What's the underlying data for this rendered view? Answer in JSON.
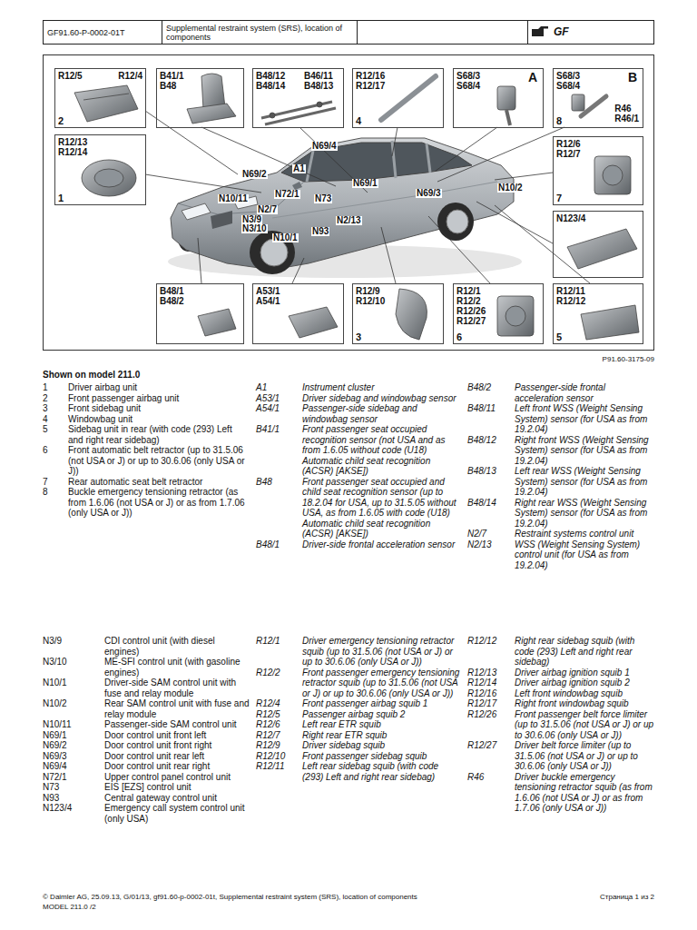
{
  "diagram": {
    "nodes": [
      {
        "text": [
          "GF91.60-P-0002-01T"
        ]
      },
      {
        "text": [
          "Supplemental restraint system (SRS), location of components"
        ]
      },
      {
        "text": [
          "GF"
        ]
      },
      {
        "text": [
          "R12/5",
          "R12/4",
          "2"
        ]
      },
      {
        "text": [
          "B41/1 B48"
        ]
      },
      {
        "text": [
          "B48/12 B48/14",
          "B46/11 B48/13"
        ]
      },
      {
        "text": [
          "R12/16 R12/17",
          "4"
        ]
      },
      {
        "text": [
          "S68/3 S68/4",
          "A"
        ]
      },
      {
        "text": [
          "S68/3 S68/4",
          "B",
          "R46 R46/1",
          "8"
        ]
      },
      {
        "text": [
          "R12/13 R12/14",
          "1"
        ]
      },
      {
        "text": [
          "R12/6 R12/7",
          "7"
        ]
      },
      {
        "text": [
          "N123/4"
        ]
      },
      {
        "text": [
          "B48/1 B48/2"
        ]
      },
      {
        "text": [
          "A53/1 A54/1"
        ]
      },
      {
        "text": [
          "R12/9 R12/10",
          "3"
        ]
      },
      {
        "text": [
          "R12/1 R12/2 R12/26 R12/27",
          "6"
        ]
      },
      {
        "text": [
          "R12/11 R12/12",
          "5"
        ]
      }
    ],
    "labels": [
      "N69/4",
      "N69/2",
      "A1",
      "N69/1",
      "N10/11",
      "N72/1",
      "N73",
      "N69/3",
      "N10/2",
      "N2/7",
      "N3/9",
      "N3/10",
      "N2/13",
      "N93",
      "N10/1",
      "P91.60-3175-09",
      "Shown on model 211.0",
      "1",
      "Driver airbag unit",
      "2",
      "Front passenger airbag unit",
      "3",
      "Front sidebag unit",
      "4",
      "Windowbag unit",
      "5",
      "Sidebag unit in rear (with code (293) Left and right rear sidebag)",
      "6",
      "Front automatic belt retractor (up to 31.5.06 (not USA or J) or up to 30.6.06 (only USA or J))",
      "7",
      "Rear automatic seat belt retractor",
      "8",
      "Buckle emergency tensioning retractor (as from 1.6.06 (not USA or J) or as from 1.7.06 (only USA or J))",
      "A1",
      "Instrument cluster",
      "A53/1",
      "Driver sidebag and windowbag sensor",
      "A54/1",
      "Passenger-side sidebag and windowbag sensor",
      "B41/1",
      "Front passenger seat occupied recognition sensor (not USA and as from 1.6.05 without code (U18) Automatic child seat recognition (ACSR) [AKSE])",
      "B48",
      "Front passenger seat occupied and child seat recognition sensor (up to 18.2.04 for USA, up to 31.5.05 without USA, as from 1.6.05 with code (U18) Automatic child seat recognition (ACSR) [AKSE])",
      "B48/1",
      "Driver-side frontal acceleration sensor",
      "B48/2",
      "Passenger-side frontal acceleration sensor",
      "B48/11",
      "Left front WSS (Weight Sensing System) sensor (for USA as from 19.2.04)",
      "B48/12",
      "Right front WSS (Weight Sensing System) sensor (for USA as from 19.2.04)",
      "B48/13",
      "Left rear WSS (Weight Sensing System) sensor (for USA as from 19.2.04)",
      "B48/14",
      "Right rear WSS (Weight Sensing System) sensor (for USA as from 19.2.04)",
      "N2/7",
      "Restraint systems control unit",
      "N2/13",
      "WSS (Weight Sensing System) control unit (for USA as from 19.2.04)",
      "N3/9",
      "CDI control unit (with diesel engines)",
      "N3/10",
      "ME-SFI control unit (with gasoline engines)",
      "N10/1",
      "Driver-side SAM control unit with fuse and relay module",
      "N10/2",
      "Rear SAM control unit with fuse and relay module",
      "N10/11",
      "Passenger-side SAM control unit",
      "N69/1",
      "Door control unit front left",
      "N69/2",
      "Door control unit front right",
      "N69/3",
      "Door control unit rear left",
      "N69/4",
      "Door control unit rear right",
      "N72/1",
      "Upper control panel control unit",
      "N73",
      "EIS [EZS] control unit",
      "N93",
      "Central gateway control unit",
      "N123/4",
      "Emergency call system control unit (only USA)",
      "R12/1",
      "Driver emergency tensioning retractor squib (up to 31.5.06 (not USA or J) or up to 30.6.06 (only USA or J))",
      "R12/2",
      "Front passenger emergency tensioning retractor squib (up to 31.5.06 (not USA or J) or up to 30.6.06 (only USA or J))",
      "R12/4",
      "Front passenger airbag squib 1",
      "R12/5",
      "Passenger airbag squib 2",
      "R12/6",
      "Left rear ETR squib",
      "R12/7",
      "Right rear ETR squib",
      "R12/9",
      "Driver sidebag squib",
      "R12/10",
      "Front passenger sidebag squib",
      "R12/11",
      "Left rear sidebag squib (with code (293) Left and right rear sidebag)",
      "R12/12",
      "Right rear sidebag squib (with code (293) Left and right rear sidebag)",
      "R12/13",
      "Driver airbag ignition squib 1",
      "R12/14",
      "Driver airbag ignition squib 2",
      "R12/16",
      "Left front windowbag squib",
      "R12/17",
      "Right front windowbag squib",
      "R12/26",
      "Front passenger belt force limiter (up to 31.5.06 (not USA or J) or up to 30.6.06 (only USA or J))",
      "R12/27",
      "Driver belt force limiter (up to 31.5.06 (not USA or J) or up to 30.6.06 (only USA or J))",
      "R46",
      "Driver buckle emergency tensioning retractor squib (as from 1.6.06 (not USA or J) or as from 1.7.06 (only USA or J))",
      "© Daimler AG, 25.09.13, G/01/13, gf91.60-p-0002-01t, Supplemental restraint system (SRS), location of components",
      "MODEL 211.0 /2",
      "Страница 1 из 2"
    ]
  }
}
